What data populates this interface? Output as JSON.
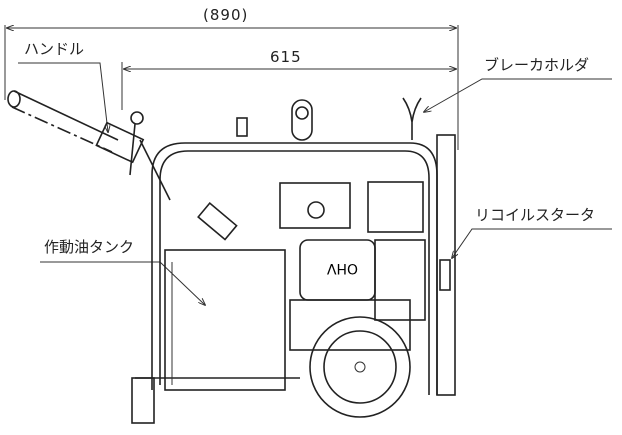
{
  "dimensions": {
    "overall_length": "(890)",
    "frame_length": "615"
  },
  "labels": {
    "handle": "ハンドル",
    "breaker_holder": "ブレーカホルダ",
    "hydraulic_oil_tank": "作動油タンク",
    "recoil_starter": "リコイルスタータ"
  },
  "engine_mark": "OHV"
}
